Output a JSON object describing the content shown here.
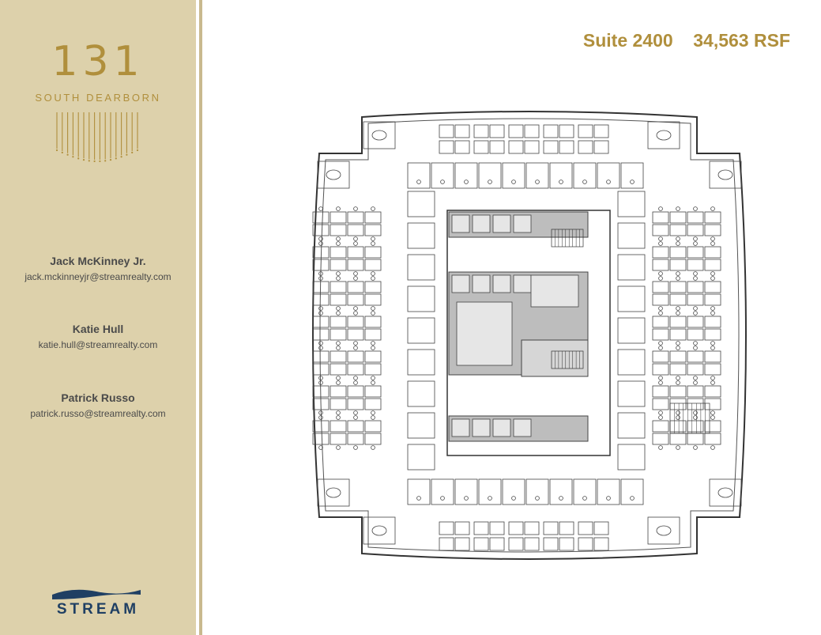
{
  "building": {
    "number": "131",
    "street": "SOUTH DEARBORN"
  },
  "header": {
    "suite": "Suite 2400",
    "area": "34,563 RSF"
  },
  "contacts": [
    {
      "name": "Jack McKinney Jr.",
      "email": "jack.mckinneyjr@streamrealty.com"
    },
    {
      "name": "Katie Hull",
      "email": "katie.hull@streamrealty.com"
    },
    {
      "name": "Patrick Russo",
      "email": "patrick.russo@streamrealty.com"
    }
  ],
  "brand": {
    "name": "STREAM"
  },
  "colors": {
    "gold": "#b08f3c",
    "sidebar": "#ddd1ab",
    "navy": "#1f3f63",
    "text": "#4a4a4a"
  }
}
